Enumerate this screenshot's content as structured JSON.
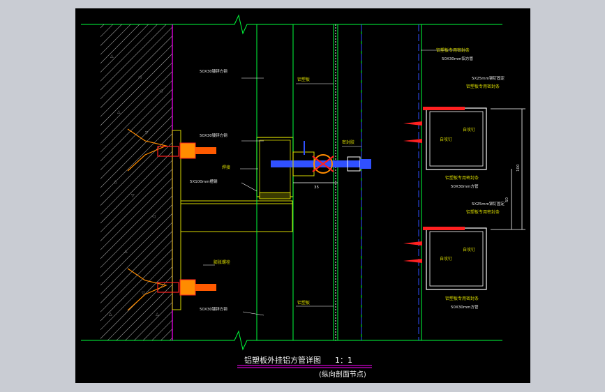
{
  "drawing": {
    "title": "铝塑板外挂铝方管详图",
    "scale": "1：1",
    "subtitle": "(纵向剖面节点)"
  },
  "labels": {
    "top_anchor_tube": "50X30镀锌方钢",
    "upper_steel_tube": "50X30镀锌方钢",
    "weld": "焊接",
    "channel": "5X100mm槽钢",
    "aluminum_plate_top": "铝塑板",
    "aluminum_plate_bottom": "铝塑板",
    "anchor_bolt": "膨胀螺栓",
    "bottom_tube": "50X30镀锌方钢",
    "filler": "密封胶",
    "sealant_top": "铝塑板专用密封条",
    "tube_size_top": "50X30mm铝方管",
    "screw_spec_1": "5X25mm铆钉固定",
    "sealant_1": "铝塑板专用密封条",
    "self_tap_1": "自攻钉",
    "self_tap_2": "自攻钉",
    "sealant_2": "铝塑板专用密封条",
    "tube_size_1": "50X30mm方管",
    "screw_spec_2": "5X25mm铆钉固定",
    "sealant_3": "铝塑板专用密封条",
    "self_tap_3": "自攻钉",
    "self_tap_4": "自攻钉",
    "sealant_4": "铝塑板专用密封条",
    "tube_size_2": "50X30mm方管"
  },
  "dimensions": {
    "gap": "35",
    "span": "100",
    "half": "50"
  },
  "colors": {
    "background": "#000000",
    "frame": "#c9ccd3",
    "line_green": "#00ff3c",
    "line_white": "#ffffff",
    "hatch": "#ffffff",
    "wall_edge": "#ff00ff",
    "bolt_red": "#ff2020",
    "bolt_orange": "#ff8c00",
    "bolt_blue": "#3050ff",
    "text_yellow": "#d7d900"
  }
}
